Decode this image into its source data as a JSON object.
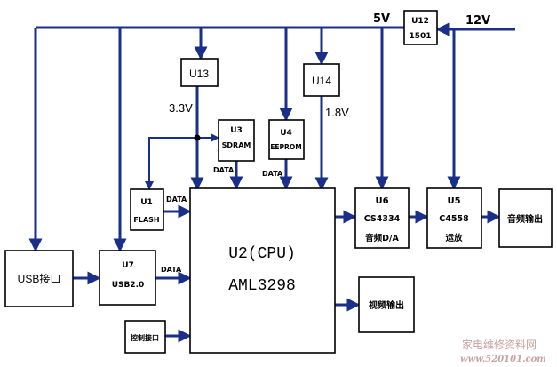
{
  "voltages": {
    "v5": "5V",
    "v12": "12V",
    "v33": "3.3V",
    "v18": "1.8V"
  },
  "blocks": {
    "u12": {
      "id": "U12",
      "part": "1501"
    },
    "u13": {
      "id": "U13"
    },
    "u14": {
      "id": "U14"
    },
    "u3": {
      "id": "U3",
      "part": "SDRAM"
    },
    "u4": {
      "id": "U4",
      "part": "EEPROM"
    },
    "u1": {
      "id": "U1",
      "part": "FLASH"
    },
    "u2": {
      "id": "U2(CPU)",
      "part": "AML3298"
    },
    "u6": {
      "id": "U6",
      "part": "CS4334",
      "desc": "音频D/A"
    },
    "u5": {
      "id": "U5",
      "part": "C4558",
      "desc": "运放"
    },
    "u7": {
      "id": "U7",
      "part": "USB2.0"
    },
    "usb": {
      "label": "USB接口"
    },
    "control": {
      "label": "控制接口"
    },
    "audio_out": {
      "label": "音频输出"
    },
    "video_out": {
      "label": "视频输出"
    }
  },
  "signals": {
    "data_u3": "DATA",
    "data_u4": "DATA",
    "data_u1": "DATA",
    "data_u7": "DATA"
  },
  "watermark": {
    "line1": "家电维修资料网",
    "line2": "www.520101.com"
  },
  "colors": {
    "wire": "#1a2f8a",
    "box_stroke": "#000000",
    "watermark": "#c9a2a2"
  }
}
